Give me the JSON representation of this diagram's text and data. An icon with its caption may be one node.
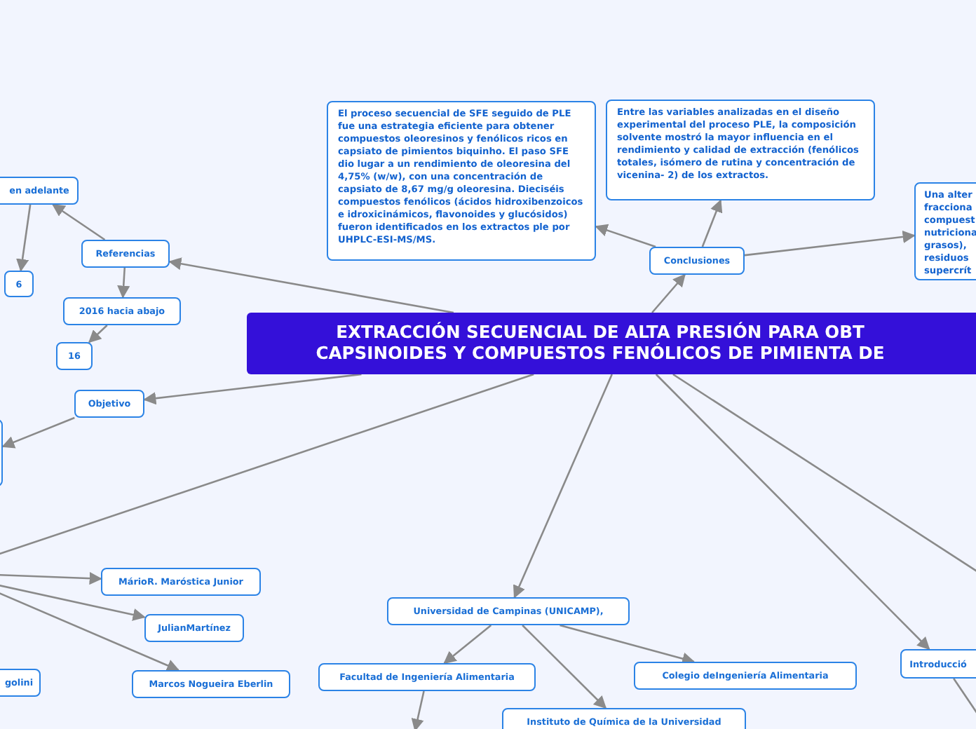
{
  "diagram": {
    "nodes": [
      {
        "text": [
          "EXTRACCIÓN SECUENCIAL DE ALTA PRESIÓN PARA OBT CAPSINOIDES Y COMPUESTOS FENÓLICOS DE PIMIENTA DE"
        ]
      },
      {
        "text": [
          "en adelante"
        ]
      },
      {
        "text": [
          "Referencias"
        ]
      },
      {
        "text": [
          "6"
        ]
      },
      {
        "text": [
          "2016 hacia abajo"
        ]
      },
      {
        "text": [
          "16"
        ]
      },
      {
        "text": [
          "Objetivo"
        ]
      },
      {
        "text": [],
        "shape": "box"
      },
      {
        "text": [
          "El proceso secuencial de SFE seguido de PLE fue una estrategia eficiente para obtener compuestos oleoresinos y fenólicos ricos en capsiato de pimientos biquinho. El paso SFE dio lugar a un rendimiento de oleoresina del 4,75% (w/w), con una concentración de capsiato de 8,67 mg/g oleoresina. Dieciséis compuestos fenólicos (ácidos hidroxibenzoicos e idroxicinámicos, flavonoides y glucósidos) fueron identificados en los extractos ple por UHPLC-ESI-MS/MS."
        ]
      },
      {
        "text": [
          "Entre las variables analizadas en el diseño experimental del proceso PLE, la composición solvente mostró la mayor influencia en el rendimiento y calidad de extracción (fenólicos totales, isómero de rutina y concentración de vicenina- 2) de los extractos."
        ]
      },
      {
        "text": [
          "Conclusiones"
        ]
      },
      {
        "text": [
          "Una alter fracciona compuest nutriciona grasos), residuos supercrít"
        ]
      },
      {
        "text": [
          "MárioR. Maróstica Junior"
        ]
      },
      {
        "text": [
          "JulianMartínez"
        ]
      },
      {
        "text": [
          "Universidad de Campinas (UNICAMP),"
        ]
      },
      {
        "text": [
          "Facultad de Ingeniería Alimentaria"
        ]
      },
      {
        "text": [
          "Colegio deIngeniería Alimentaria"
        ]
      },
      {
        "text": [
          "Introducció"
        ]
      },
      {
        "text": [
          "golini"
        ]
      },
      {
        "text": [
          "Marcos Nogueira Eberlin"
        ]
      },
      {
        "text": [
          "Instituto de Química de la Universidad"
        ]
      }
    ],
    "edges": [
      {
        "from": 0,
        "to": 2,
        "arrow": "to"
      },
      {
        "from": 2,
        "to": 1,
        "arrow": "to"
      },
      {
        "from": 1,
        "to": 3,
        "arrow": "to"
      },
      {
        "from": 2,
        "to": 4,
        "arrow": "to"
      },
      {
        "from": 4,
        "to": 5,
        "arrow": "to"
      },
      {
        "from": 0,
        "to": 6,
        "arrow": "to"
      },
      {
        "from": 6,
        "to": 7,
        "arrow": "to"
      },
      {
        "from": 0,
        "to": 10,
        "arrow": "to"
      },
      {
        "from": 10,
        "to": 8,
        "arrow": "to"
      },
      {
        "from": 10,
        "to": 9,
        "arrow": "to"
      },
      {
        "from": 10,
        "to": 11,
        "arrow": "to"
      },
      {
        "from": 0,
        "to": 14,
        "arrow": "to"
      },
      {
        "from": 14,
        "to": 15,
        "arrow": "to"
      },
      {
        "from": 14,
        "to": 20,
        "arrow": "to"
      },
      {
        "from": 14,
        "to": 16,
        "arrow": "to"
      },
      {
        "from": 15,
        "to": null,
        "arrow": "to"
      },
      {
        "from": 0,
        "to": 17,
        "arrow": "to"
      },
      {
        "from": 17,
        "to": null,
        "arrow": "none"
      },
      {
        "from": 0,
        "to": null,
        "arrow": "none"
      },
      {
        "from": 0,
        "to": null,
        "arrow": "none"
      },
      {
        "from": null,
        "to": 12,
        "arrow": "to"
      },
      {
        "from": null,
        "to": 13,
        "arrow": "to"
      },
      {
        "from": null,
        "to": 19,
        "arrow": "to"
      }
    ]
  }
}
